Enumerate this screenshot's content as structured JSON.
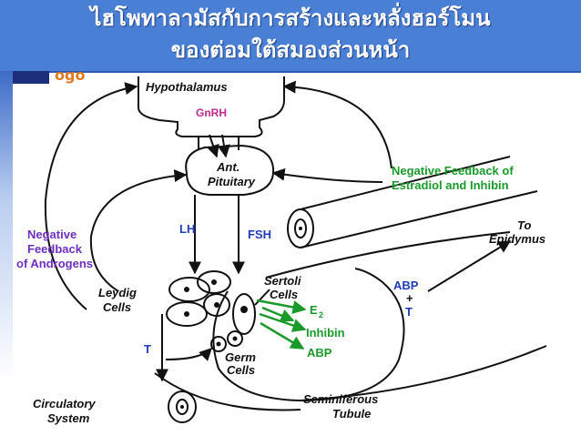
{
  "title": {
    "line1": "ไฮโพทาลามัสกับการสร้างและหลั่งฮอร์โมน",
    "line2": "ของต่อมใต้สมองส่วนหน้า"
  },
  "logo_text": "ogo",
  "colors": {
    "title_bar": "#4a7fd6",
    "title_text": "#ffffff",
    "hormone_pink": "#c02a8a",
    "hormone_blue": "#1e3db8",
    "green": "#1a9a2a",
    "purple": "#6d2fc0"
  },
  "labels": {
    "hypothalamus": "Hypothalamus",
    "gnrh": "GnRH",
    "ant": "Ant.",
    "pituitary": "Pituitary",
    "lh": "LH",
    "fsh": "FSH",
    "neg_fb_estradiol_1": "Negative Feedback of",
    "neg_fb_estradiol_2": "Estradiol and Inhibin",
    "neg_fb_androgens_1": "Negative",
    "neg_fb_androgens_2": "Feedback",
    "neg_fb_androgens_3": "of Androgens",
    "to": "To",
    "epidymus": "Epidymus",
    "leydig": "Leydig",
    "cells": "Cells",
    "sertoli": "Sertoli",
    "sertoli_cells": "Cells",
    "e2": "E",
    "e2_sub": "2",
    "inhibin": "Inhibin",
    "abp": "ABP",
    "abp_right": "ABP",
    "plus": "+",
    "t_right": "T",
    "t_left": "T",
    "germ": "Germ",
    "germ_cells": "Cells",
    "circulatory": "Circulatory",
    "system": "System",
    "seminiferous": "Seminiferous",
    "tubule": "Tubule"
  }
}
